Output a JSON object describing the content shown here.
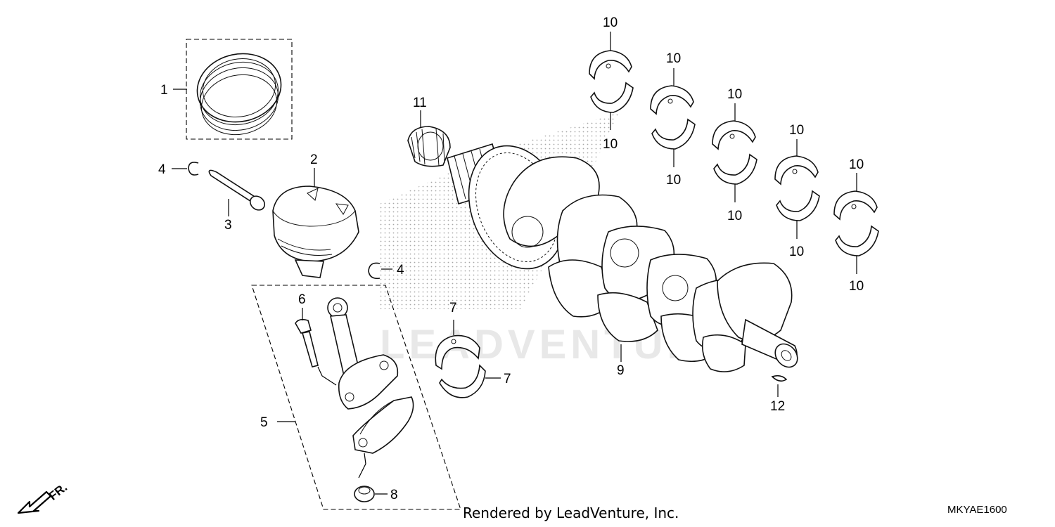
{
  "callouts": {
    "c1": "1",
    "c2": "2",
    "c3": "3",
    "c4a": "4",
    "c4b": "4",
    "c5": "5",
    "c6": "6",
    "c7a": "7",
    "c7b": "7",
    "c8": "8",
    "c9": "9",
    "c10a": "10",
    "c10b": "10",
    "c10c": "10",
    "c10d": "10",
    "c10e": "10",
    "c10f": "10",
    "c10g": "10",
    "c10h": "10",
    "c10i": "10",
    "c10j": "10",
    "c11": "11",
    "c12": "12"
  },
  "direction_label": "FR.",
  "watermark": "LEADVENTURE",
  "footer_credit": "Rendered by LeadVenture, Inc.",
  "diagram_code": "MKYAE1600",
  "colors": {
    "line": "#111111",
    "stipple": "#9a9a9a",
    "watermark": "#e8e8e8"
  }
}
